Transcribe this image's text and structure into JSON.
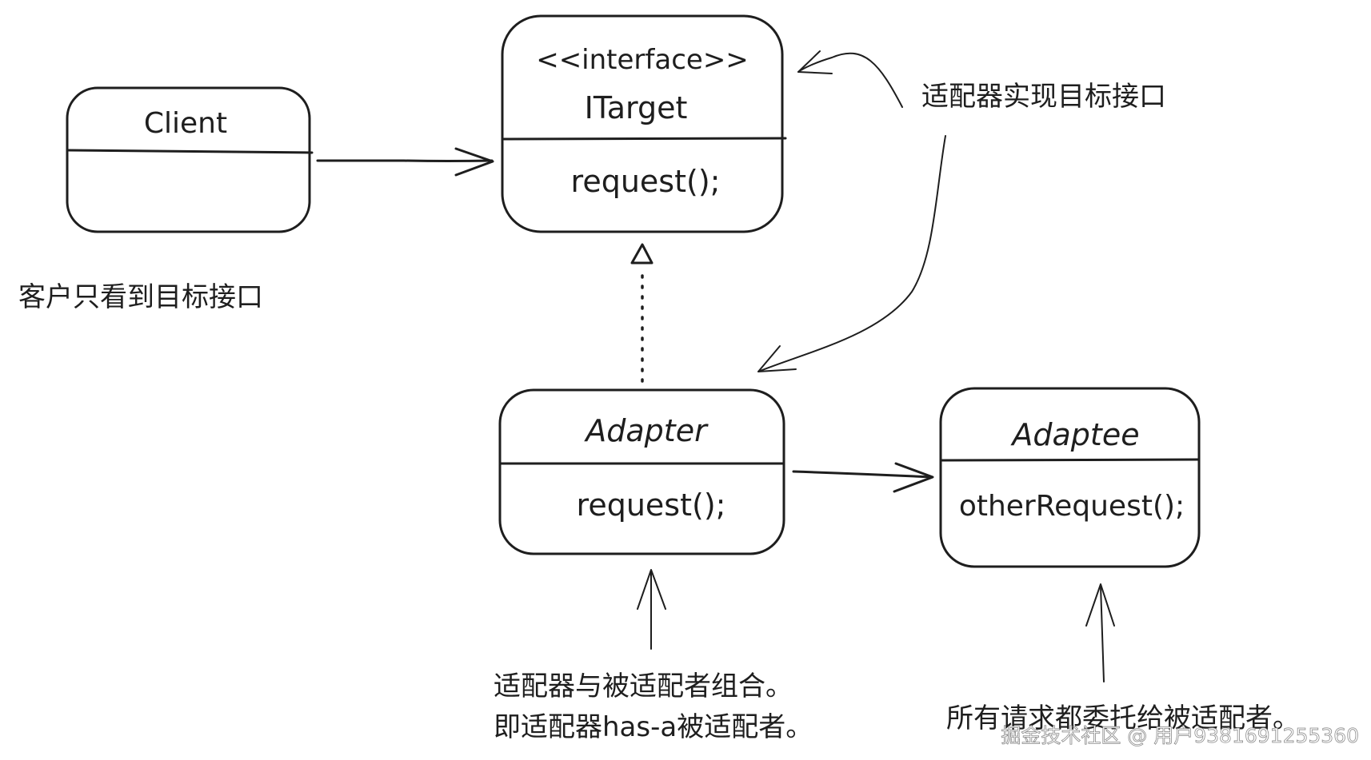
{
  "classes": {
    "client": {
      "name": "Client"
    },
    "itarget": {
      "stereotype": "<<interface>>",
      "name": "ITarget",
      "method": "request();"
    },
    "adapter": {
      "name": "Adapter",
      "method": "request();"
    },
    "adaptee": {
      "name": "Adaptee",
      "method": "otherRequest();"
    }
  },
  "notes": {
    "client_note": "客户只看到目标接口",
    "target_note": "适配器实现目标接口",
    "adapter_note_line1": "适配器与被适配者组合。",
    "adapter_note_line2": "即适配器has-a被适配者。",
    "adaptee_note": "所有请求都委托给被适配者。"
  },
  "watermark": "掘金技术社区 @ 用户9381691255360",
  "colors": {
    "ink": "#1e1e1e",
    "background": "#ffffff"
  }
}
